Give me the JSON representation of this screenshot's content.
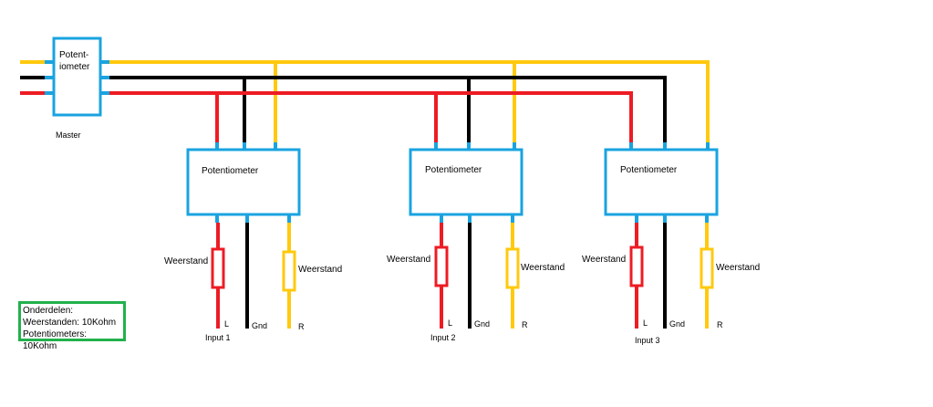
{
  "colors": {
    "red": "#ed1c24",
    "black": "#000000",
    "yellow": "#ffc90e",
    "box_border": "#1aa3e0",
    "note_border": "#22b14c"
  },
  "master": {
    "label_line1": "Potent-",
    "label_line2": "iometer",
    "caption": "Master"
  },
  "units": [
    {
      "pot_label": "Potentiometer",
      "left_resistor_label": "Weerstand",
      "right_resistor_label": "Weerstand",
      "out_left": "L",
      "out_gnd": "Gnd",
      "out_right": "R",
      "input_label": "Input 1"
    },
    {
      "pot_label": "Potentiometer",
      "left_resistor_label": "Weerstand",
      "right_resistor_label": "Weerstand",
      "out_left": "L",
      "out_gnd": "Gnd",
      "out_right": "R",
      "input_label": "Input 2"
    },
    {
      "pot_label": "Potentiometer",
      "left_resistor_label": "Weerstand",
      "right_resistor_label": "Weerstand",
      "out_left": "L",
      "out_gnd": "Gnd",
      "out_right": "R",
      "input_label": "Input 3"
    }
  ],
  "parts_note": {
    "line1": "Onderdelen:",
    "line2": "Weerstanden: 10Kohm",
    "line3": "Potentiometers: 10Kohm"
  }
}
